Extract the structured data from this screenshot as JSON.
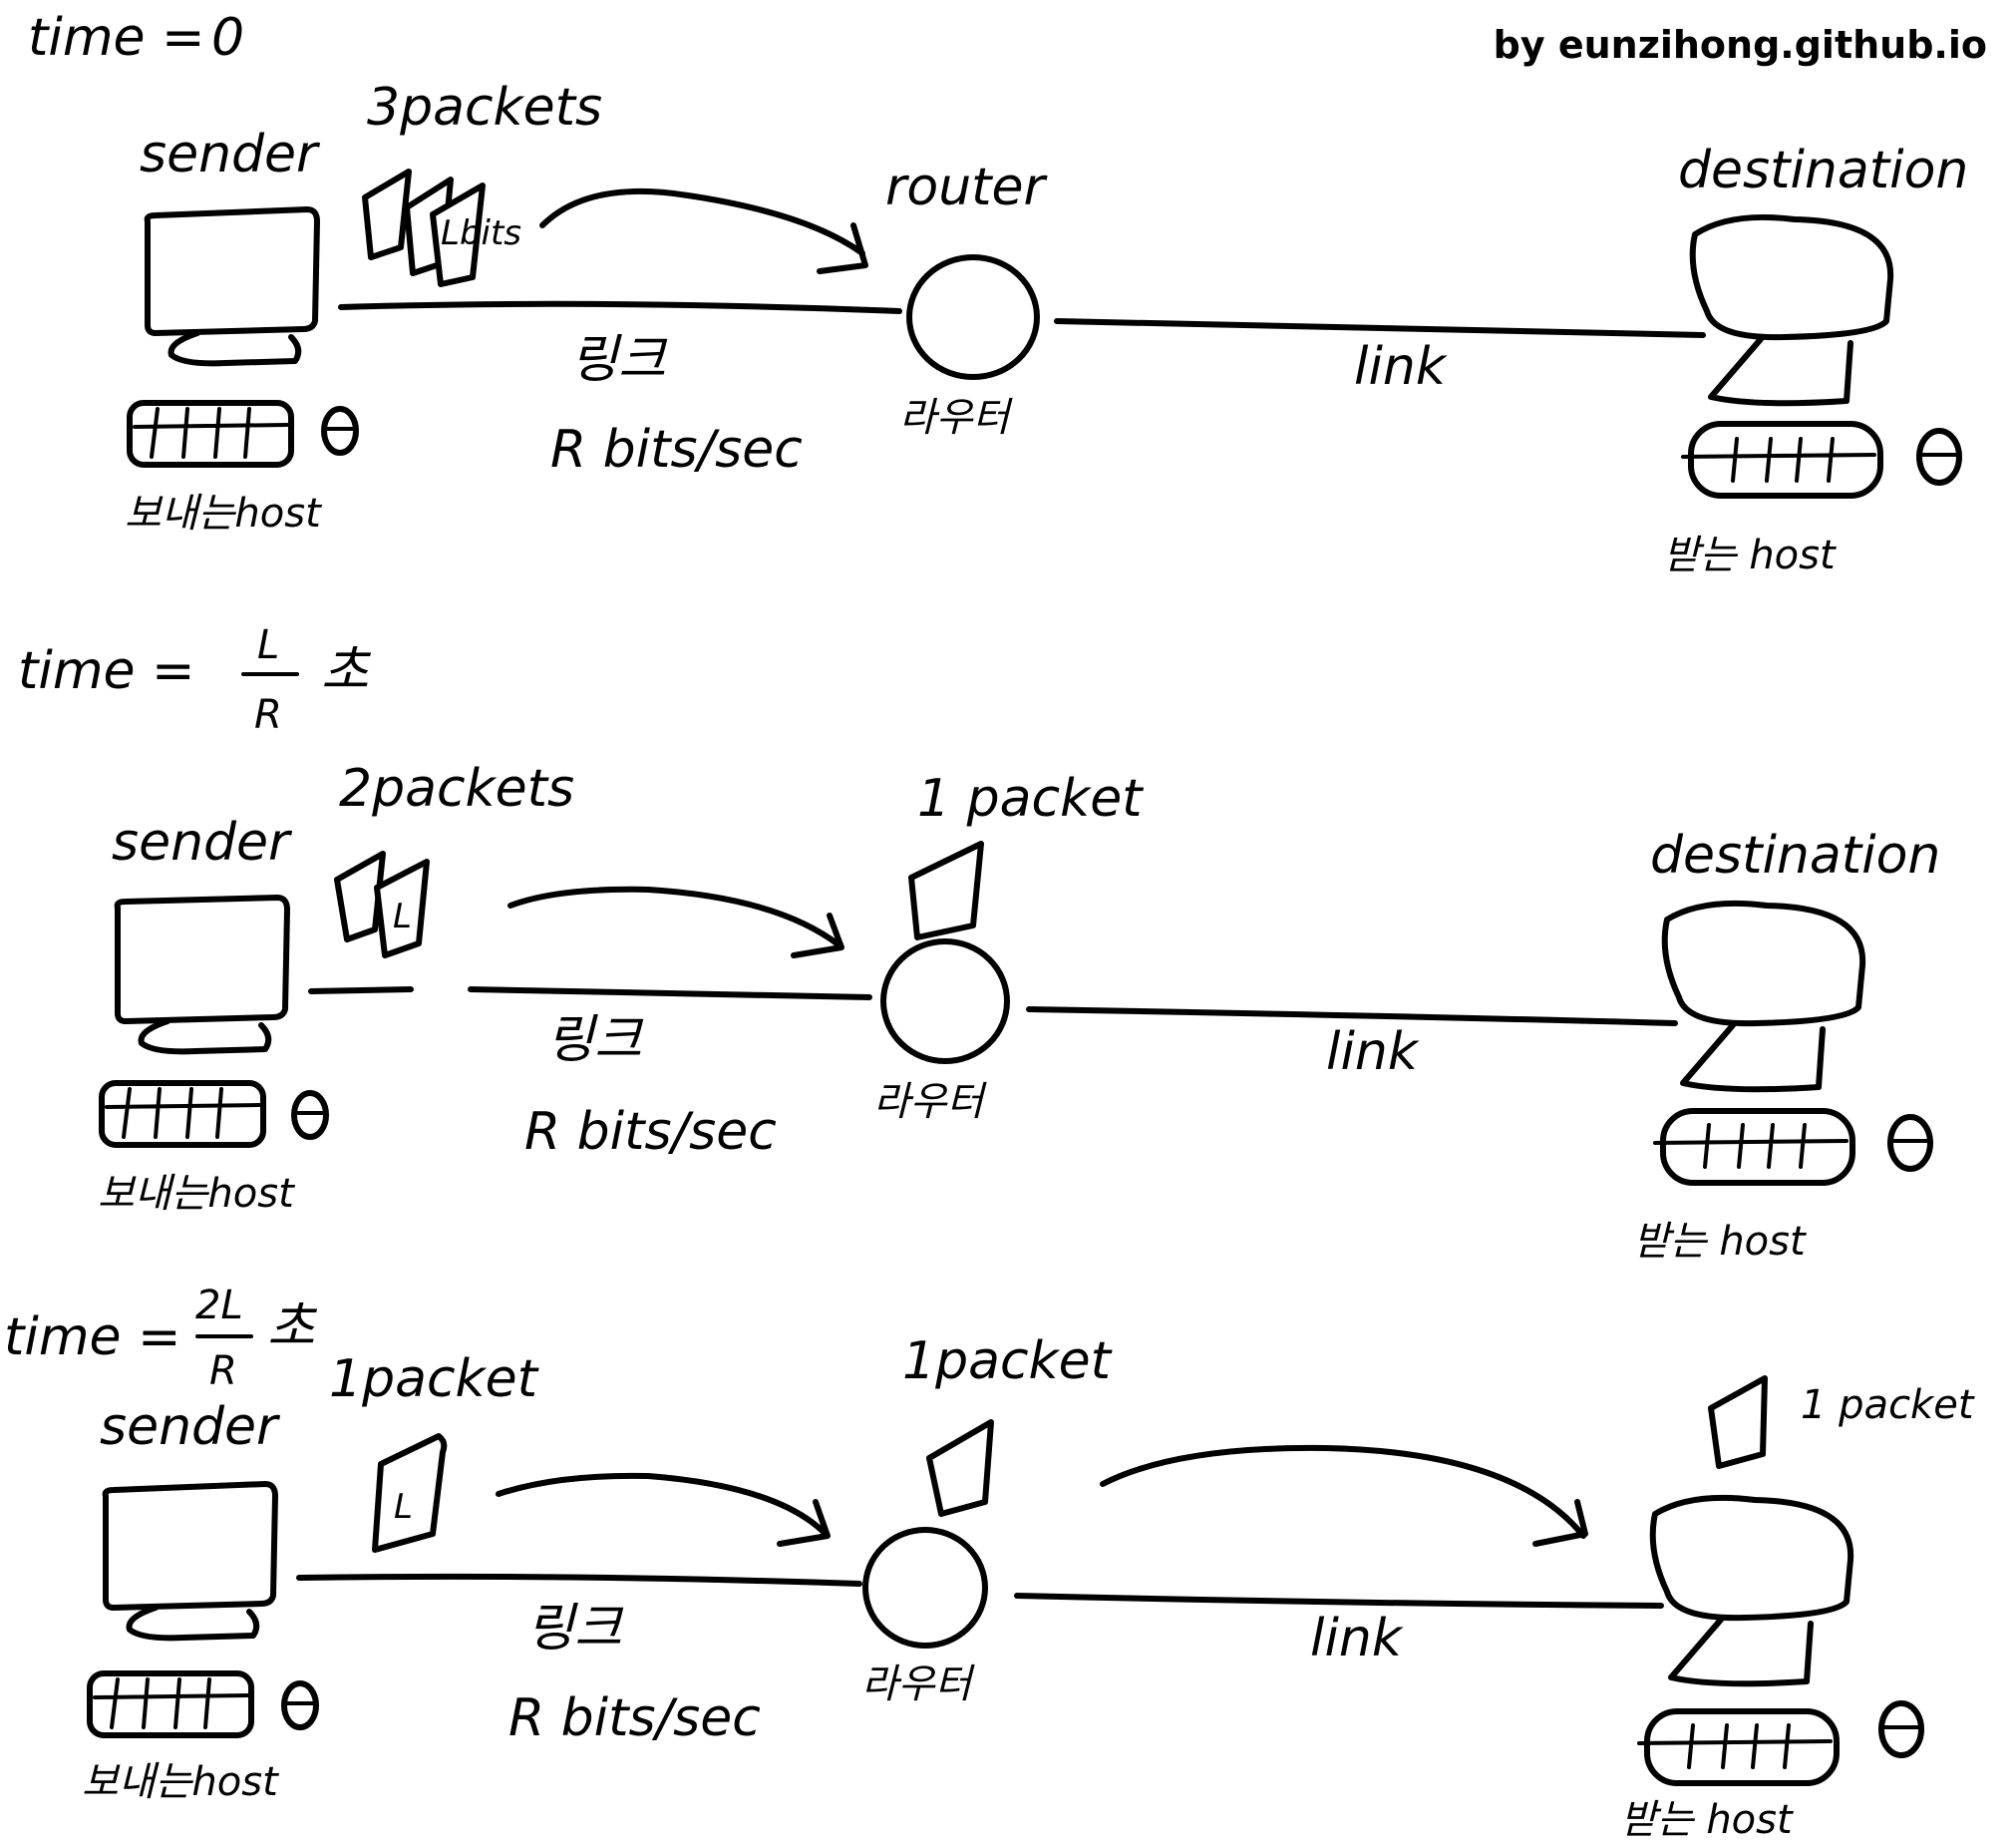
{
  "credit": "by eunzihong.github.io",
  "packet_mark": "L",
  "panels": [
    {
      "time": {
        "label": "time =",
        "value": "0",
        "numerator": "",
        "denominator": "",
        "unit": ""
      },
      "sender": {
        "label": "sender",
        "host_label": "보내는host"
      },
      "sender_packets": "3packets",
      "packet_bits": "Lbits",
      "link1": {
        "label_ko": "링크",
        "rate": "R bits/sec"
      },
      "router": {
        "label_en": "router",
        "label_ko": "라우터",
        "packets": ""
      },
      "link2": {
        "label": "link"
      },
      "destination": {
        "label": "destination",
        "host_label": "받는 host",
        "packets": ""
      }
    },
    {
      "time": {
        "label": "time =",
        "value": "",
        "numerator": "L",
        "denominator": "R",
        "unit": "초"
      },
      "sender": {
        "label": "sender",
        "host_label": "보내는host"
      },
      "sender_packets": "2packets",
      "packet_bits": "",
      "link1": {
        "label_ko": "링크",
        "rate": "R bits/sec"
      },
      "router": {
        "label_en": "",
        "label_ko": "라우터",
        "packets": "1 packet"
      },
      "link2": {
        "label": "link"
      },
      "destination": {
        "label": "destination",
        "host_label": "받는 host",
        "packets": ""
      }
    },
    {
      "time": {
        "label": "time =",
        "value": "",
        "numerator": "2L",
        "denominator": "R",
        "unit": "초"
      },
      "sender": {
        "label": "sender",
        "host_label": "보내는host"
      },
      "sender_packets": "1packet",
      "packet_bits": "",
      "link1": {
        "label_ko": "링크",
        "rate": "R bits/sec"
      },
      "router": {
        "label_en": "",
        "label_ko": "라우터",
        "packets": "1packet"
      },
      "link2": {
        "label": "link"
      },
      "destination": {
        "label": "",
        "host_label": "받는 host",
        "packets": "1 packet"
      }
    }
  ]
}
